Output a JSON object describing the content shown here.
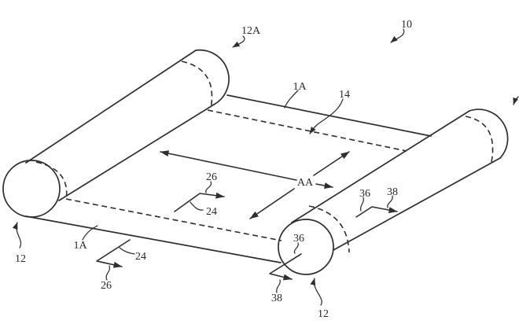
{
  "figure": {
    "labels": {
      "ref_12a": "12A",
      "ref_10": "10",
      "ref_1a_top": "1A",
      "ref_14": "14",
      "ref_aa": "AA",
      "ref_26_mid": "26",
      "ref_24_mid": "24",
      "ref_36_top": "36",
      "ref_38_top": "38",
      "ref_1a_bottom": "1A",
      "ref_24_bottom": "24",
      "ref_26_bottom": "26",
      "ref_12_left": "12",
      "ref_36_bottom": "36",
      "ref_38_bottom": "38",
      "ref_12_right": "12"
    },
    "colors": {
      "line": "#2e2e2e",
      "background": "#ffffff"
    }
  }
}
